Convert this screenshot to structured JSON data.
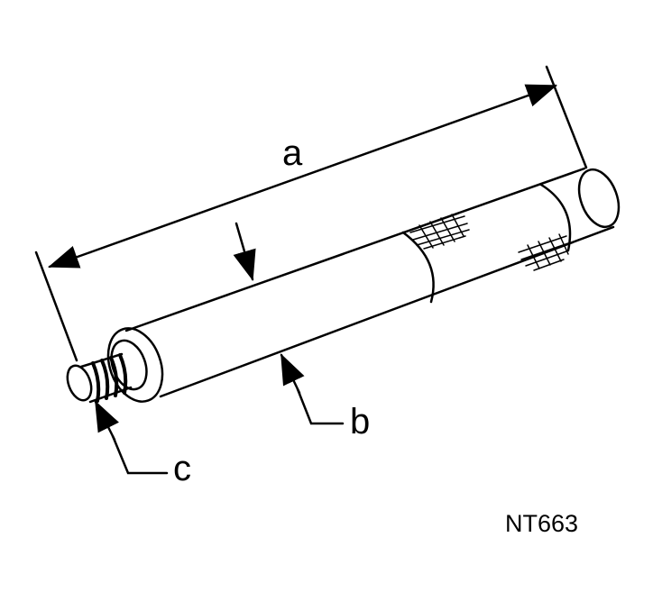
{
  "labels": {
    "a": "a",
    "b": "b",
    "c": "c"
  },
  "figure_code": "NT663",
  "colors": {
    "ink": "#000000",
    "background": "#ffffff"
  }
}
